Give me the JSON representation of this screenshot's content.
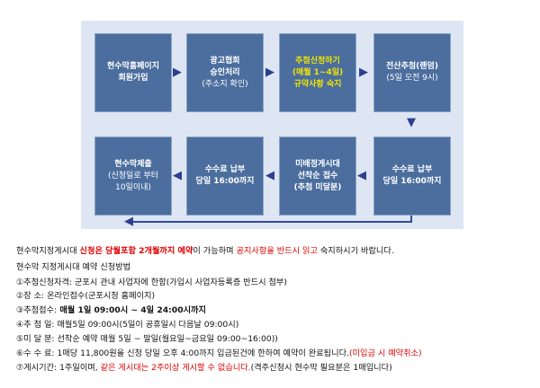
{
  "flow": {
    "steps": [
      {
        "id": "s1",
        "lines": [
          "현수막홈페이지",
          "회원가입"
        ],
        "sub": ""
      },
      {
        "id": "s2",
        "lines": [
          "광고협회",
          "승인처리"
        ],
        "sub": "(주소지 확인)"
      },
      {
        "id": "s3",
        "lines": [
          "추첨신청하기",
          "(매월 1~4일)",
          "규약사항 숙지"
        ],
        "sub": ""
      },
      {
        "id": "s4",
        "lines": [
          "전산추첨(랜덤)"
        ],
        "sub": "(5일 오전 9시)"
      },
      {
        "id": "s5",
        "lines": [
          "수수료 납부",
          "당일 16:00까지"
        ],
        "sub": ""
      },
      {
        "id": "s6",
        "lines": [
          "미배정게시대",
          "선착순 접수",
          "(추첨 미달분)"
        ],
        "sub": ""
      },
      {
        "id": "s7",
        "lines": [
          "수수료 납부",
          "당일 16:00까지"
        ],
        "sub": ""
      },
      {
        "id": "s8",
        "lines": [
          "현수막제출",
          "(신청일로 부터",
          "10일이내)"
        ],
        "sub": ""
      }
    ],
    "colors": {
      "box": "#4b6e9e",
      "panel": "#dde6f2",
      "arrow": "#2b3f8f",
      "highlight": "#f2e600"
    }
  },
  "info": {
    "intro": {
      "p1": "현수막지정게시대 ",
      "p2": "신청은 당월포함 2개월까지 예약",
      "p3": "이 가능하며 ",
      "p4": "공지사항을 반드시 읽고",
      "p5": " 숙지하시기 바랍니다."
    },
    "method_title": "현수막 지정게시대 예약 신청방법",
    "items": {
      "i1": {
        "label": "①추첨신청자격:",
        "text": " 군포시 관내 사업자에 한함(가입시 사업자등록증 반드시 첨부)"
      },
      "i2": {
        "label": "②장        소:",
        "text": " 온라인접수(군포시청 홈페이지)"
      },
      "i3": {
        "label": "③추첨접수:",
        "text": " 매월 1일 09:00시 ~ 4일 24:00시까지"
      },
      "i4": {
        "label": "④추  첨  일:",
        "text": " 매월5일 09:00시(5일이 공휴일시 다음날 09:00시)"
      },
      "i5": {
        "label": "⑤미  달  분:",
        "text": " 선착순 예약 매월 5일 ~ 말일(월요일~금요일 09:00~16:00))"
      },
      "i6": {
        "label": "⑥수  수  료:",
        "text": " 1매당 11,800원을 신청 당일 오후 4:00까지 입금된건에 한하여 예약이 완료됩니다.",
        "red": "(미입금 시 예약취소)"
      },
      "i7": {
        "label": "⑦게시기간:",
        "text": " 1주일이며, ",
        "red": "같은 게시대는 2주이상 게시할 수 없습니다.",
        "tail": "(격주신청시 현수막 필요분은 1매입니다)"
      }
    }
  }
}
